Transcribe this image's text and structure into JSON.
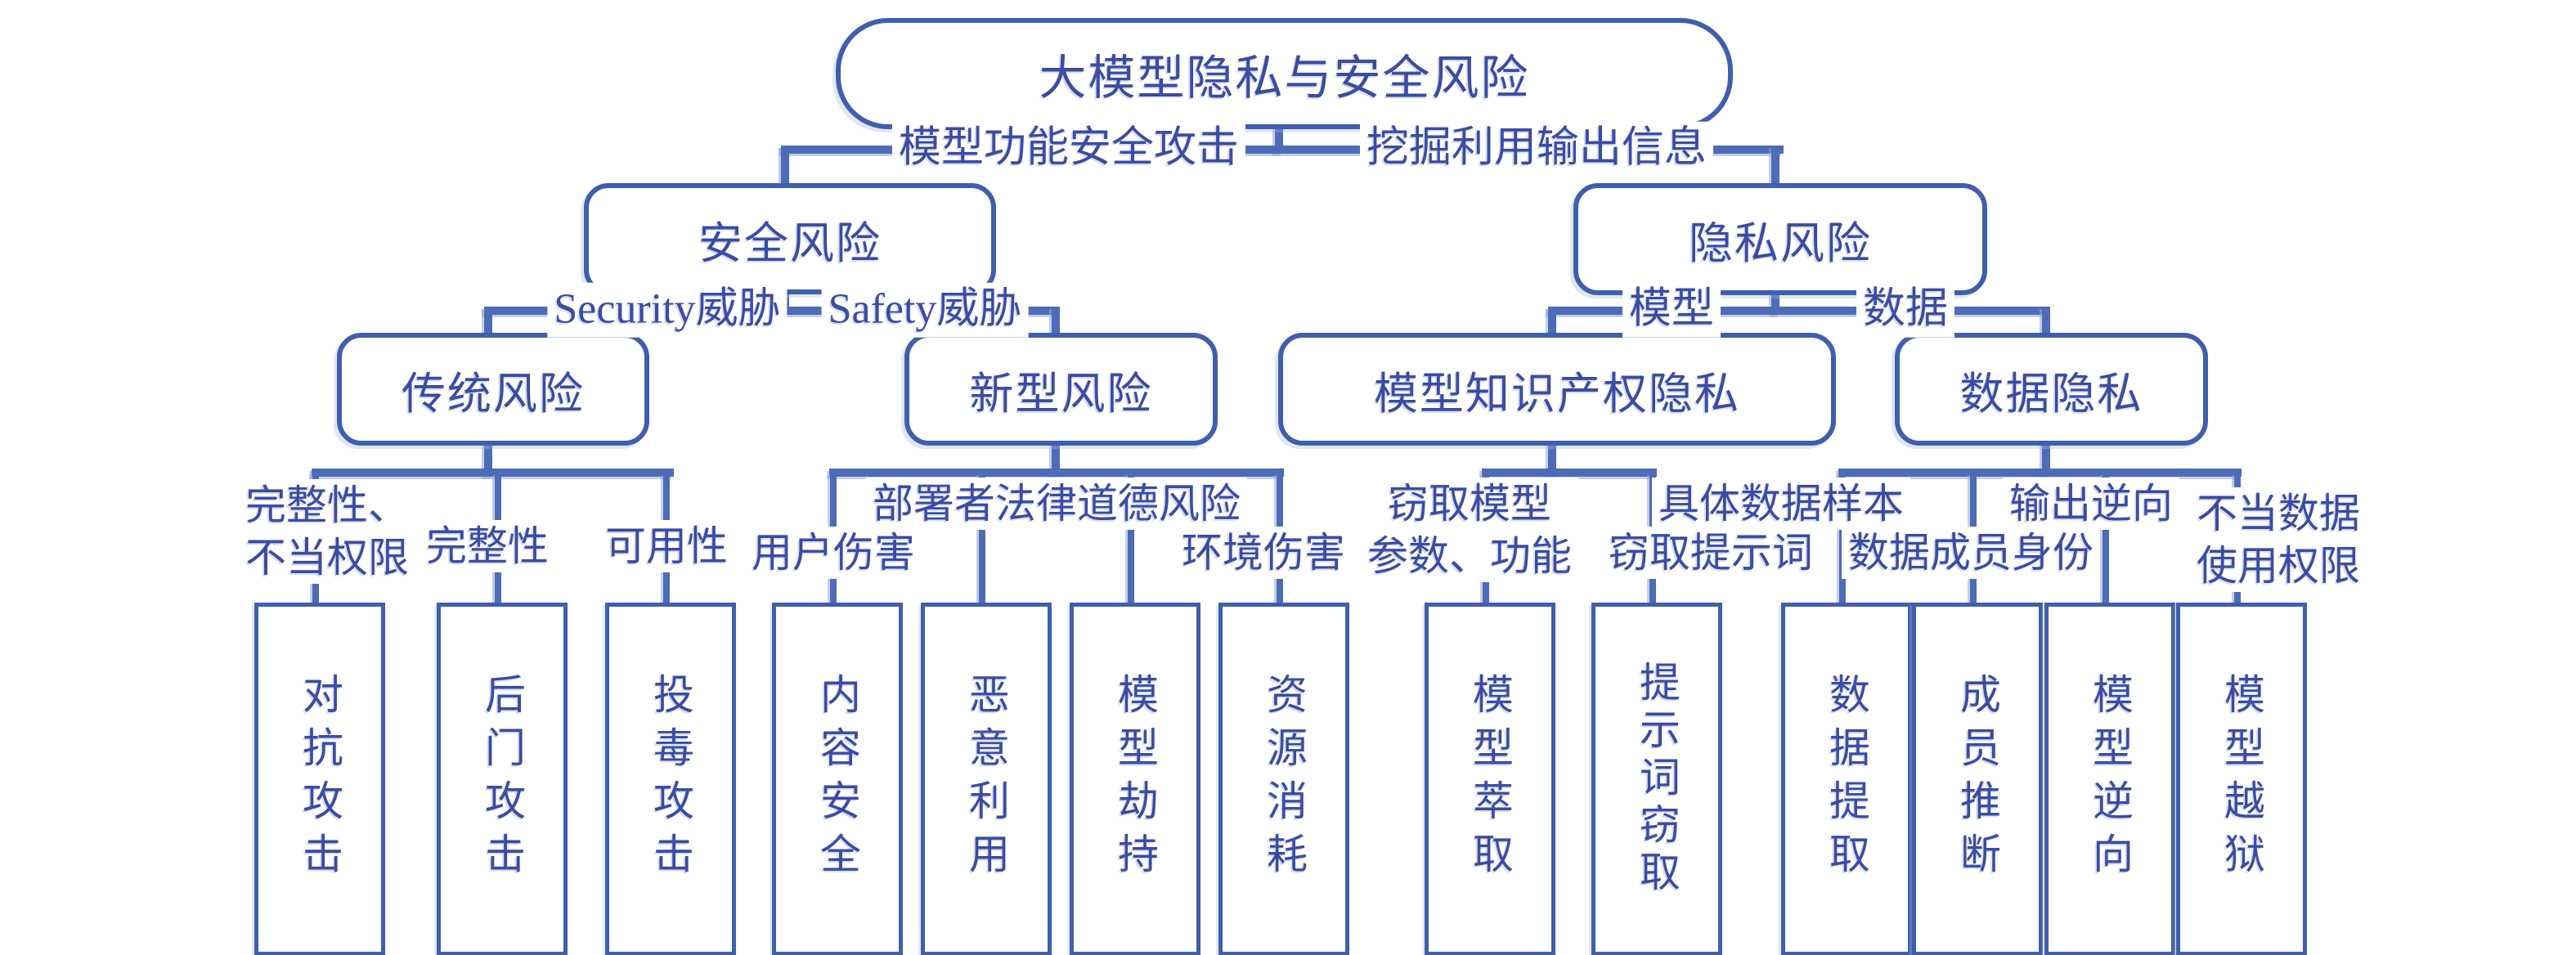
{
  "colors": {
    "line": "#4d6cb8",
    "node_border": "#3f5fae",
    "text": "#3a4ca3"
  },
  "root": {
    "label": "大模型隐私与安全风险"
  },
  "nodes": {
    "security_risk": "安全风险",
    "privacy_risk": "隐私风险",
    "traditional_risk": "传统风险",
    "novel_risk": "新型风险",
    "model_ip_privacy": "模型知识产权隐私",
    "data_privacy": "数据隐私"
  },
  "edges": {
    "to_security": "模型功能安全攻击",
    "to_privacy": "挖掘利用输出信息",
    "security_threat": "Security威胁",
    "safety_threat": "Safety威胁",
    "model": "模型",
    "data": "数据"
  },
  "leaf_edges": [
    "完整性、\n不当权限",
    "完整性",
    "可用性",
    "用户伤害",
    "部署者法律道德风险",
    "环境伤害",
    "窃取模型\n参数、功能",
    "窃取提示词",
    "具体数据样本",
    "数据成员身份",
    "输出逆向",
    "不当数据\n使用权限"
  ],
  "leaves": [
    "对抗攻击",
    "后门攻击",
    "投毒攻击",
    "内容安全",
    "恶意利用",
    "模型劫持",
    "资源消耗",
    "模型萃取",
    "提示词窃取",
    "数据提取",
    "成员推断",
    "模型逆向",
    "模型越狱"
  ]
}
